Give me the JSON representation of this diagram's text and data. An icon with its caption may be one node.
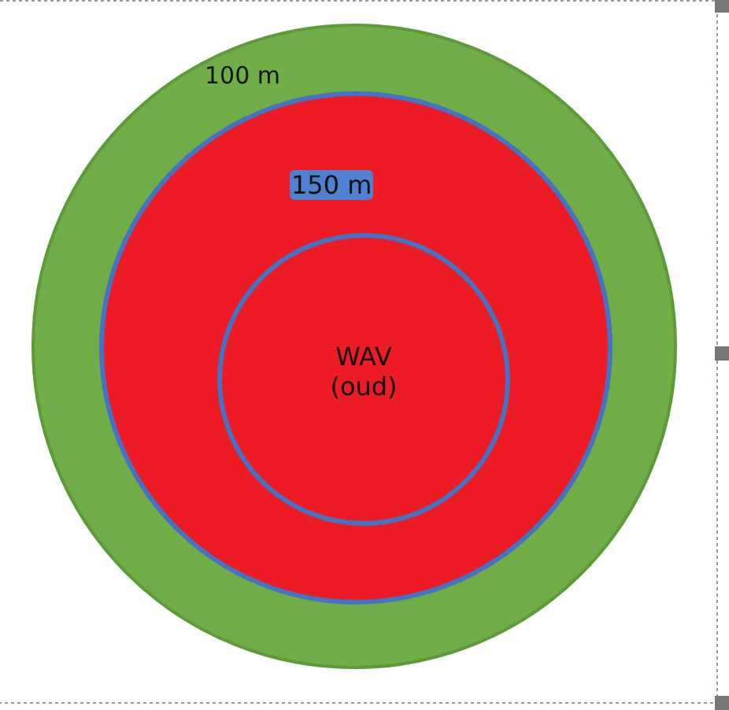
{
  "diagram": {
    "nodes": [
      {
        "text": [
          "100 m"
        ]
      },
      {
        "text": [
          "150 m"
        ],
        "in": 0
      },
      {
        "text": [
          "WAV (oud)"
        ],
        "in": 1
      }
    ]
  }
}
